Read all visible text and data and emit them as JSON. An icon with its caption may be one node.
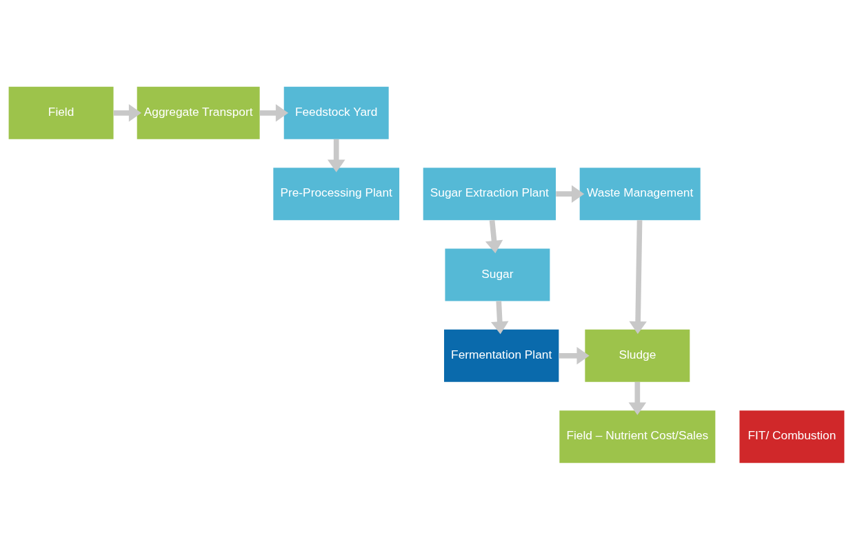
{
  "diagram": {
    "nodes": [
      {
        "text": [
          "Field"
        ]
      },
      {
        "text": [
          "Aggregate Transport"
        ]
      },
      {
        "text": [
          "Feedstock Yard"
        ]
      },
      {
        "text": [
          "Waste Management"
        ]
      },
      {
        "text": [
          "Sugar Extraction Plant"
        ]
      },
      {
        "text": [
          "Pre-Processing Plant"
        ]
      },
      {
        "text": [
          "Sugar"
        ]
      },
      {
        "text": [
          "Sludge"
        ]
      },
      {
        "text": [
          "Fermentation Plant"
        ]
      },
      {
        "text": [
          "Field – Nutrient Cost/Sales"
        ]
      },
      {
        "text": [
          "FIT/ Combustion"
        ]
      }
    ],
    "edges": [
      {
        "from": 0,
        "to": 1,
        "arrow": "to"
      },
      {
        "from": 1,
        "to": 2,
        "arrow": "to"
      },
      {
        "from": 2,
        "to": 5,
        "arrow": "to"
      },
      {
        "from": 4,
        "to": 3,
        "arrow": "to"
      },
      {
        "from": 4,
        "to": 6,
        "arrow": "to"
      },
      {
        "from": 3,
        "to": 7,
        "arrow": "to"
      },
      {
        "from": 6,
        "to": 8,
        "arrow": "to"
      },
      {
        "from": 8,
        "to": 7,
        "arrow": "to"
      },
      {
        "from": 7,
        "to": 9,
        "arrow": "to"
      }
    ]
  }
}
